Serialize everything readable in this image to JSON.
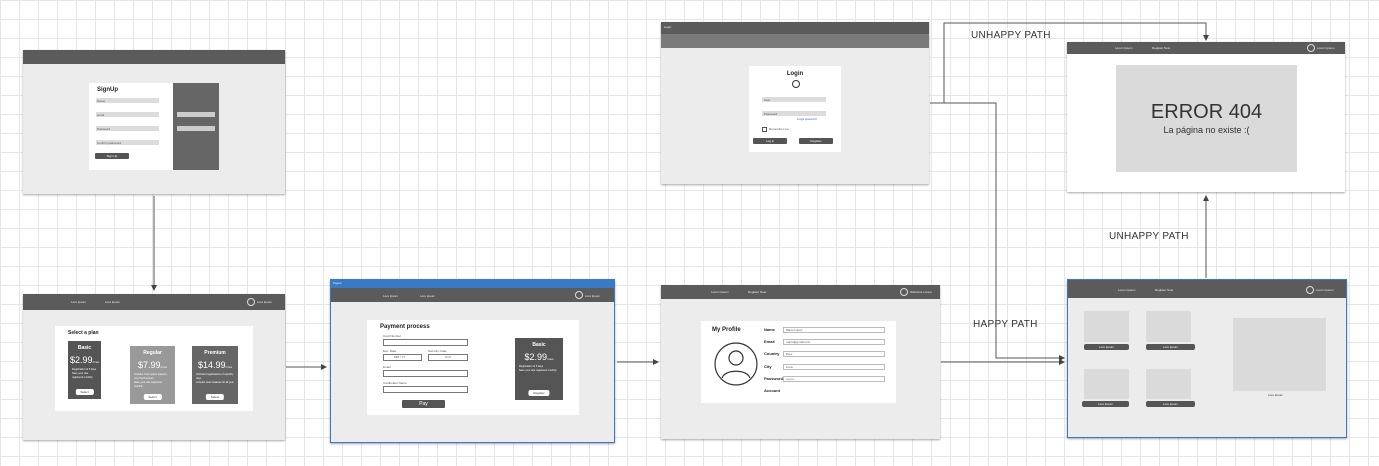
{
  "signup": {
    "title": "SignUp",
    "fields": [
      "Name",
      "email",
      "Password",
      "Confirm password"
    ],
    "button": "Sign Up"
  },
  "login": {
    "window_title": "Login",
    "title": "Login",
    "user": "User",
    "password": "Password",
    "forgot": "Forgot password?",
    "remember": "Remember me",
    "login_button": "Log in",
    "register_button": "Register"
  },
  "error_page": {
    "nav": [
      "Lorem Ipsum",
      "Register Now"
    ],
    "user": "Lorem Ipsum",
    "title": "ERROR 404",
    "subtitle": "La página no existe :("
  },
  "plans_page": {
    "nav": [
      "Lore Ipsum",
      "Lore Ipsum"
    ],
    "user": "Lore Ipsum",
    "heading": "Select a plan",
    "plans": [
      {
        "name": "Basic",
        "price": "$2.99",
        "per": "/mes",
        "features": [
          "Registration of 5 days",
          "Save your rate registered monthly"
        ],
        "button": "Select"
      },
      {
        "name": "Regular",
        "price": "$7.99",
        "per": "/mes",
        "features": [
          "Includes more space features only the Premium",
          "Save your rate registered monthly"
        ],
        "button": "Select"
      },
      {
        "name": "Premium",
        "price": "$14.99",
        "per": "/mes",
        "features": [
          "Unlimited registrations of monthly days",
          "Includes more features for all year"
        ],
        "button": "Select"
      }
    ]
  },
  "payment": {
    "window_title": "Pages",
    "nav": [
      "Lore Ipsum",
      "Lore Ipsum"
    ],
    "user": "Lore Ipsum",
    "title": "Payment process",
    "card_number": "Card Number",
    "exp_date": "Exp. Date",
    "security_code": "Security Code",
    "mm_yy": "MM / YY",
    "cvv": "CVV",
    "email": "Email",
    "cardholder": "Cardholder Name",
    "pay": "Pay",
    "plan_name": "Basic",
    "plan_price": "$2.99",
    "plan_per": "/mes",
    "plan_features": [
      "Registration of 5 days",
      "Save your rate registered monthly"
    ],
    "plan_button": "Register"
  },
  "profile": {
    "nav": [
      "Lorem Ipsum",
      "Register Now"
    ],
    "user": "Welcome Lorem",
    "title": "My Profile",
    "rows": [
      {
        "label": "Name",
        "value": "Mario Lopez"
      },
      {
        "label": "Email",
        "value": "mario@gmail.com"
      },
      {
        "label": "Country",
        "value": "Peru"
      },
      {
        "label": "City",
        "value": "Lima"
      },
      {
        "label": "Password",
        "value": "••••••••"
      },
      {
        "label": "Account",
        "value": ""
      }
    ]
  },
  "home": {
    "nav": [
      "Lorem Ipsum",
      "Register Now"
    ],
    "user": "Lorem Ipsum",
    "pills": [
      "Lore Ipsum",
      "Lore Ipsum",
      "Lore Ipsum",
      "Lore Ipsum"
    ],
    "big_caption": "Lore Ipsum"
  },
  "labels": {
    "unhappy_top": "UNHAPPY PATH",
    "unhappy_mid": "UNHAPPY PATH",
    "happy": "HAPPY PATH"
  }
}
